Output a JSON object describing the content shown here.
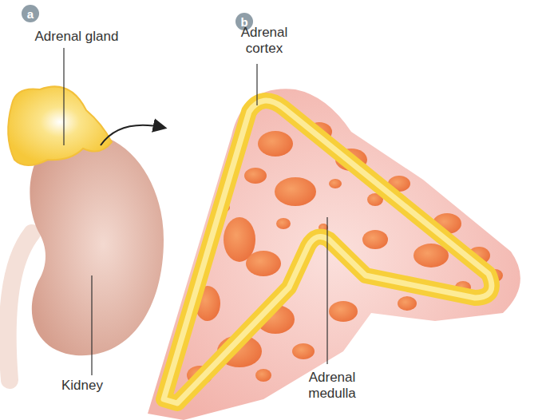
{
  "diagram": {
    "nodes": [
      {
        "text": [
          "a"
        ]
      },
      {
        "text": [
          "b"
        ]
      }
    ],
    "labels": [
      "Adrenal gland",
      "Kidney",
      "Adrenal cortex",
      "Adrenal medulla"
    ]
  }
}
